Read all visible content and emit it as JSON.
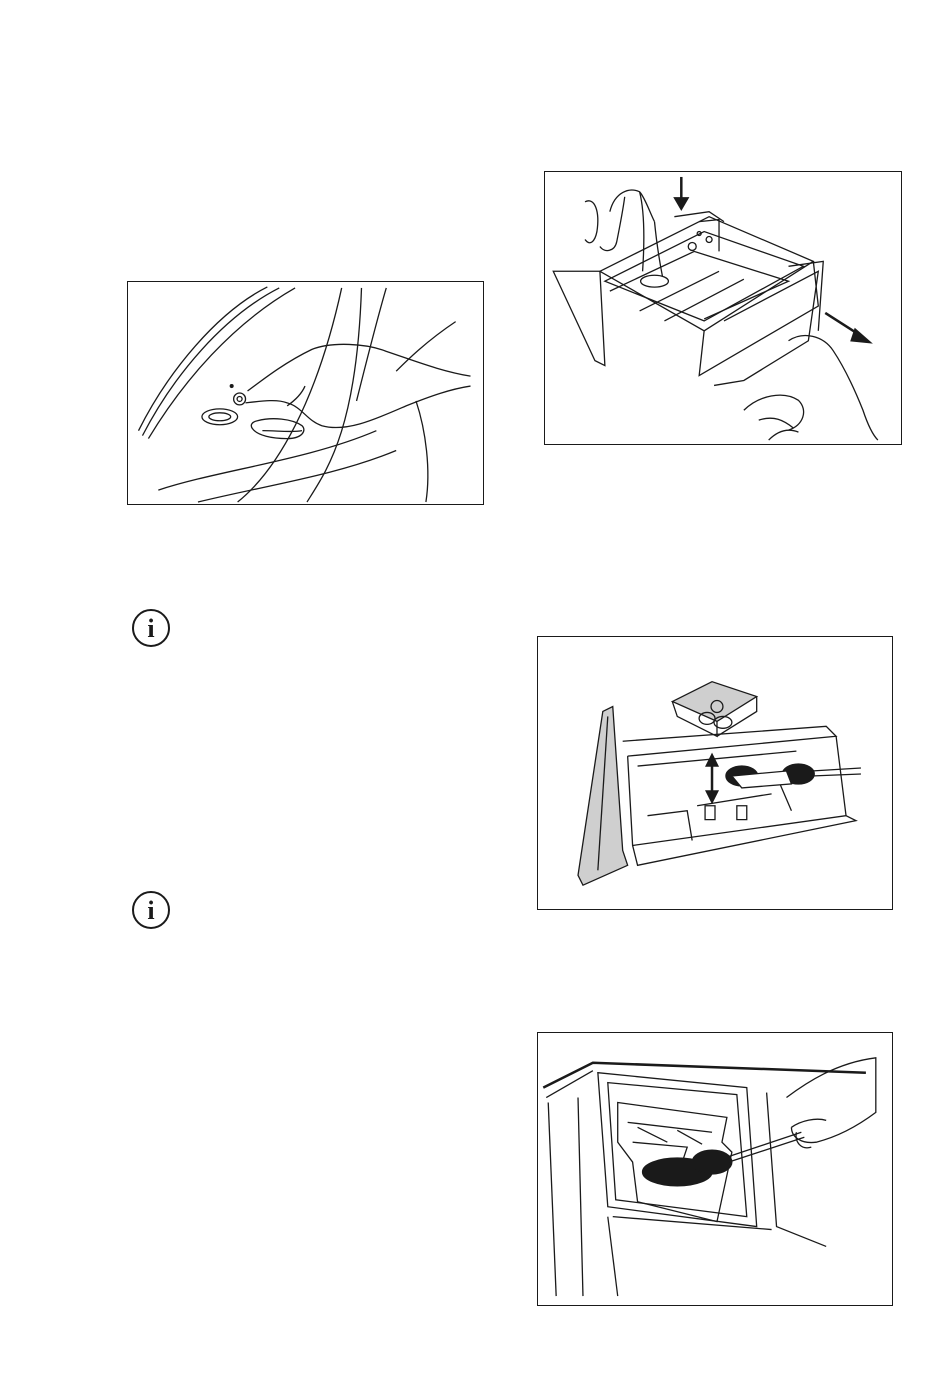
{
  "page": {
    "background": "#ffffff",
    "line_color": "#1a1a1a"
  },
  "figures": [
    {
      "id": "fig-drum-seal",
      "icon": "hand-pressing-drum-seal"
    },
    {
      "id": "fig-drawer-release",
      "icon": "hands-removing-detergent-drawer"
    },
    {
      "id": "fig-drawer-brush",
      "icon": "brush-cleaning-drawer"
    },
    {
      "id": "fig-recess-brush",
      "icon": "brush-cleaning-drawer-recess"
    }
  ],
  "info_icons": [
    {
      "id": "info-1",
      "glyph": "i"
    },
    {
      "id": "info-2",
      "glyph": "i"
    }
  ]
}
